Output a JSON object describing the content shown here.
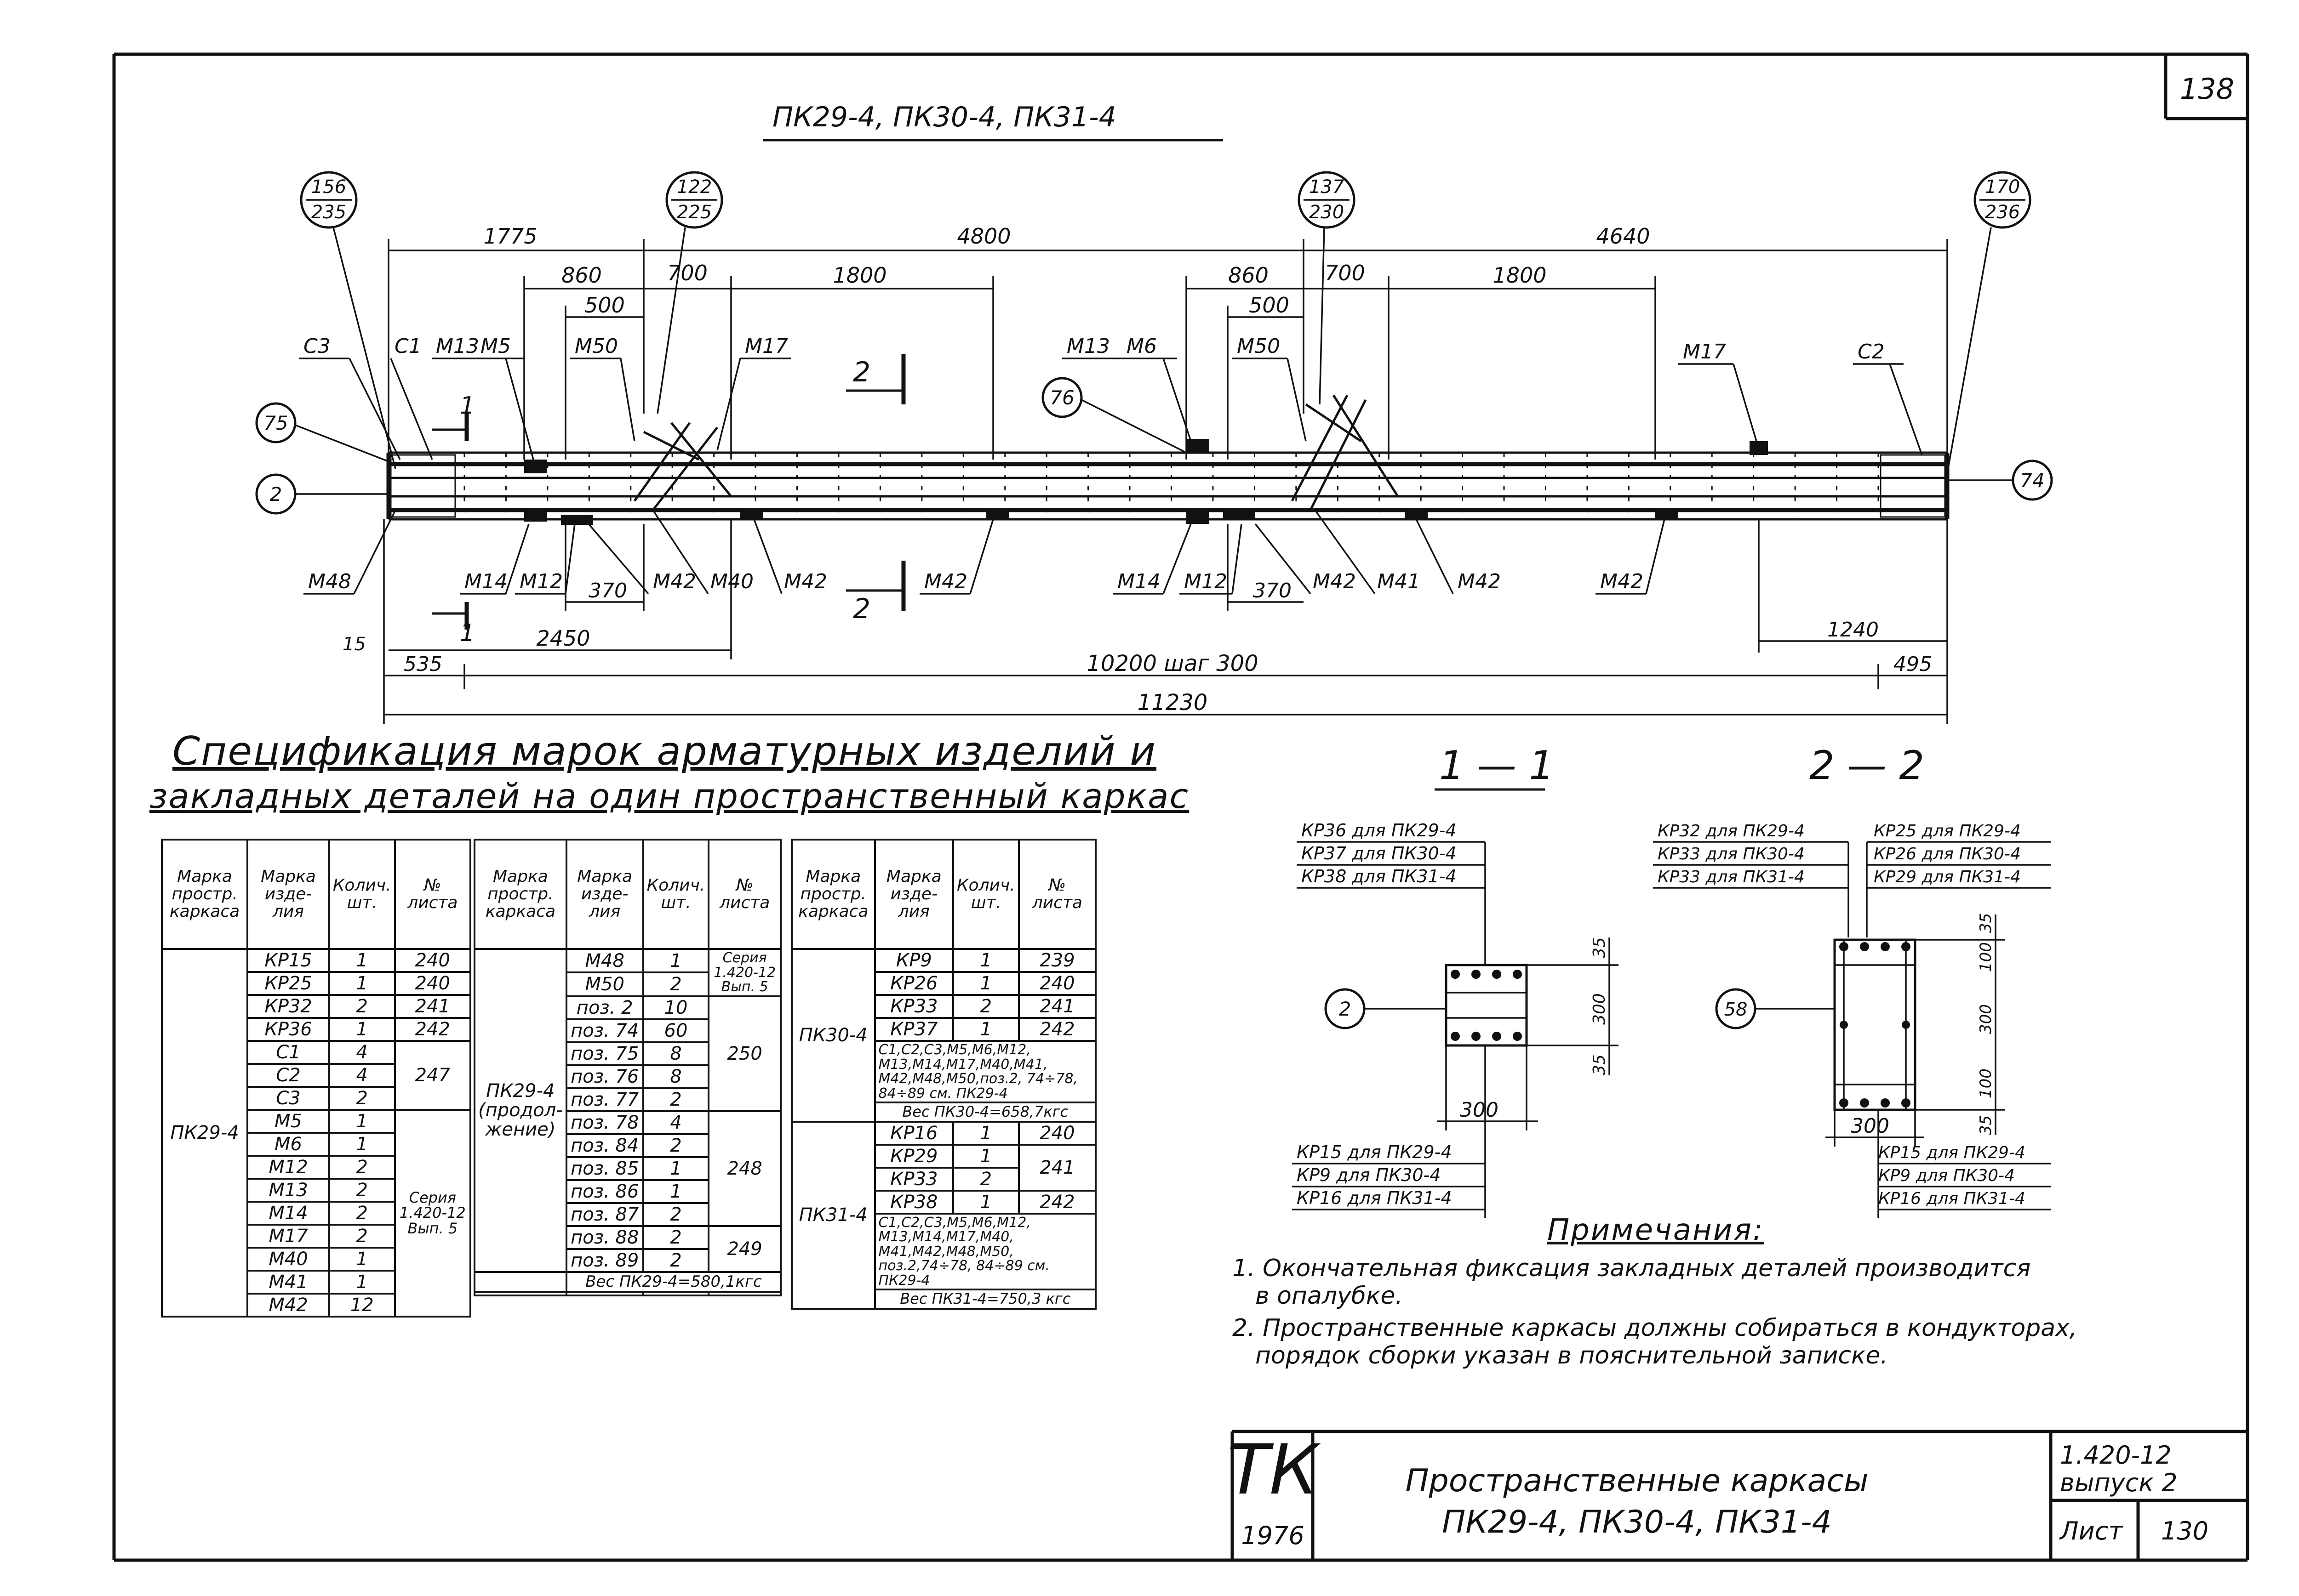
{
  "sheet": {
    "page_number": "138"
  },
  "drawing": {
    "title": "ПК29-4, ПК30-4, ПК31-4",
    "callouts": [
      {
        "top": "156",
        "bottom": "235"
      },
      {
        "top": "122",
        "bottom": "225"
      },
      {
        "top": "137",
        "bottom": "230"
      },
      {
        "top": "170",
        "bottom": "236"
      }
    ],
    "circle_refs": [
      "75",
      "2",
      "76",
      "74"
    ],
    "dims_top": [
      "1775",
      "4800",
      "4640",
      "860",
      "700",
      "1800",
      "500",
      "860",
      "700",
      "1800",
      "500"
    ],
    "dims_bottom": [
      "370",
      "370",
      "2450",
      "15",
      "535",
      "10200 шаг 300",
      "495",
      "1240",
      "11230"
    ],
    "labels_top": [
      "С3",
      "С1",
      "М13",
      "М5",
      "М50",
      "М17",
      "М13",
      "М6",
      "М50",
      "М17",
      "С2"
    ],
    "labels_bottom": [
      "М48",
      "М14",
      "М12",
      "М42",
      "М40",
      "М42",
      "М42",
      "М14",
      "М12",
      "М42",
      "М41",
      "М42",
      "М42"
    ],
    "section_marks": [
      "1",
      "1",
      "2",
      "2"
    ]
  },
  "spec": {
    "heading_line1": "Спецификация марок арматурных изделий и",
    "heading_line2": "закладных деталей на один пространственный каркас",
    "headers": [
      "Марка простр. каркаса",
      "Марка изде- лия",
      "Колич. шт.",
      "№ листа"
    ],
    "t1": {
      "frame": "ПК29-4",
      "rows": [
        [
          "КР15",
          "1",
          "240"
        ],
        [
          "КР25",
          "1",
          "240"
        ],
        [
          "КР32",
          "2",
          "241"
        ],
        [
          "КР36",
          "1",
          "242"
        ],
        [
          "С1",
          "4",
          ""
        ],
        [
          "С2",
          "4",
          "247"
        ],
        [
          "С3",
          "2",
          ""
        ],
        [
          "М5",
          "1",
          ""
        ],
        [
          "М6",
          "1",
          ""
        ],
        [
          "М12",
          "2",
          ""
        ],
        [
          "М13",
          "2",
          "Серия 1.420-12 Вып. 5"
        ],
        [
          "М14",
          "2",
          ""
        ],
        [
          "М17",
          "2",
          ""
        ],
        [
          "М40",
          "1",
          ""
        ],
        [
          "М41",
          "1",
          ""
        ],
        [
          "М42",
          "12",
          ""
        ]
      ]
    },
    "t2": {
      "frame": "ПК29-4 (продол- жение)",
      "rows": [
        [
          "М48",
          "1",
          "Серия 1.420-12 Вып. 5"
        ],
        [
          "М50",
          "2",
          ""
        ],
        [
          "поз. 2",
          "10",
          ""
        ],
        [
          "поз. 74",
          "60",
          ""
        ],
        [
          "поз. 75",
          "8",
          "250"
        ],
        [
          "поз. 76",
          "8",
          ""
        ],
        [
          "поз. 77",
          "2",
          ""
        ],
        [
          "поз. 78",
          "4",
          ""
        ],
        [
          "поз. 84",
          "2",
          "248"
        ],
        [
          "поз. 85",
          "1",
          ""
        ],
        [
          "поз. 86",
          "1",
          ""
        ],
        [
          "поз. 87",
          "2",
          ""
        ],
        [
          "поз. 88",
          "2",
          "249"
        ],
        [
          "поз. 89",
          "2",
          ""
        ]
      ],
      "weight": "Вес ПК29-4=580,1кгс"
    },
    "t3": {
      "frame_a": "ПК30-4",
      "rows_a": [
        [
          "КР9",
          "1",
          "239"
        ],
        [
          "КР26",
          "1",
          "240"
        ],
        [
          "КР33",
          "2",
          "241"
        ],
        [
          "КР37",
          "1",
          "242"
        ]
      ],
      "note_a": "С1,С2,С3,М5,М6,М12, М13,М14,М17,М40,М41, М42,М48,М50,поз.2, 74÷78, 84÷89 см. ПК29-4",
      "weight_a": "Вес ПК30-4=658,7кгс",
      "frame_b": "ПК31-4",
      "rows_b": [
        [
          "КР16",
          "1",
          "240"
        ],
        [
          "КР29",
          "1",
          "241"
        ],
        [
          "КР33",
          "2",
          ""
        ],
        [
          "КР38",
          "1",
          "242"
        ]
      ],
      "note_b": "С1,С2,С3,М5,М6,М12, М13,М14,М17,М40, М41,М42,М48,М50, поз.2,74÷78, 84÷89 см. ПК29-4",
      "weight_b": "Вес ПК31-4=750,3 кгс"
    }
  },
  "section11": {
    "title": "1 — 1",
    "top_labels": [
      "КР36 для ПК29-4",
      "КР37 для ПК30-4",
      "КР38 для ПК31-4"
    ],
    "bottom_labels": [
      "КР15 для ПК29-4",
      "КР9 для ПК30-4",
      "КР16 для ПК31-4"
    ],
    "ref": "2",
    "dims": [
      "35",
      "300",
      "35",
      "300"
    ]
  },
  "section22": {
    "title": "2 — 2",
    "top_left_labels": [
      "КР32 для ПК29-4",
      "КР33 для ПК30-4",
      "КР33 для ПК31-4"
    ],
    "top_right_labels": [
      "КР25 для ПК29-4",
      "КР26 для ПК30-4",
      "КР29 для ПК31-4"
    ],
    "bottom_labels": [
      "КР15 для ПК29-4",
      "КР9 для ПК30-4",
      "КР16 для ПК31-4"
    ],
    "ref": "58",
    "dims": [
      "35",
      "100",
      "300",
      "100",
      "35",
      "300"
    ]
  },
  "notes": {
    "title": "Примечания:",
    "items": [
      "1. Окончательная фиксация закладных деталей производится",
      "в опалубке.",
      "2. Пространственные каркасы должны собираться в кондукторах,",
      "порядок сборки указан в пояснительной записке."
    ]
  },
  "stamp": {
    "org": "ТК",
    "year": "1976",
    "title_line1": "Пространственные каркасы",
    "title_line2": "ПК29-4, ПК30-4, ПК31-4",
    "series": "1.420-12",
    "issue": "выпуск 2",
    "sheet_label": "Лист",
    "sheet_number": "130"
  }
}
